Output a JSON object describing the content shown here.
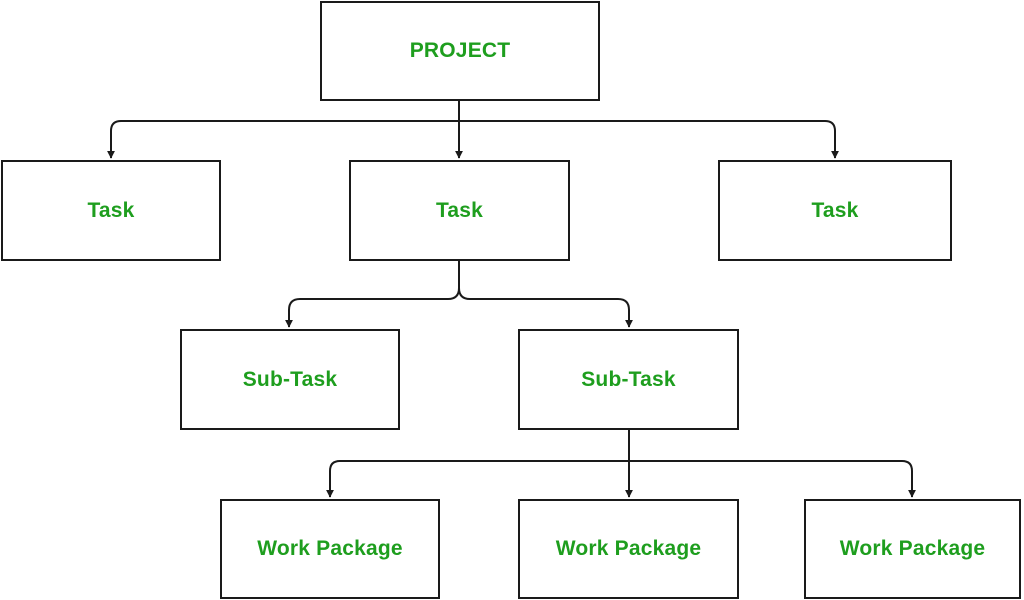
{
  "diagram": {
    "accent_color": "#1e9e1e",
    "border_color": "#1a1a1a",
    "nodes": {
      "project": {
        "label": "PROJECT"
      },
      "task_1": {
        "label": "Task"
      },
      "task_2": {
        "label": "Task"
      },
      "task_3": {
        "label": "Task"
      },
      "subtask_1": {
        "label": "Sub-Task"
      },
      "subtask_2": {
        "label": "Sub-Task"
      },
      "wp_1": {
        "label": "Work Package"
      },
      "wp_2": {
        "label": "Work Package"
      },
      "wp_3": {
        "label": "Work Package"
      }
    },
    "edges": [
      {
        "from": "project",
        "to": "task_1"
      },
      {
        "from": "project",
        "to": "task_2"
      },
      {
        "from": "project",
        "to": "task_3"
      },
      {
        "from": "task_2",
        "to": "subtask_1"
      },
      {
        "from": "task_2",
        "to": "subtask_2"
      },
      {
        "from": "subtask_2",
        "to": "wp_1"
      },
      {
        "from": "subtask_2",
        "to": "wp_2"
      },
      {
        "from": "subtask_2",
        "to": "wp_3"
      }
    ]
  }
}
